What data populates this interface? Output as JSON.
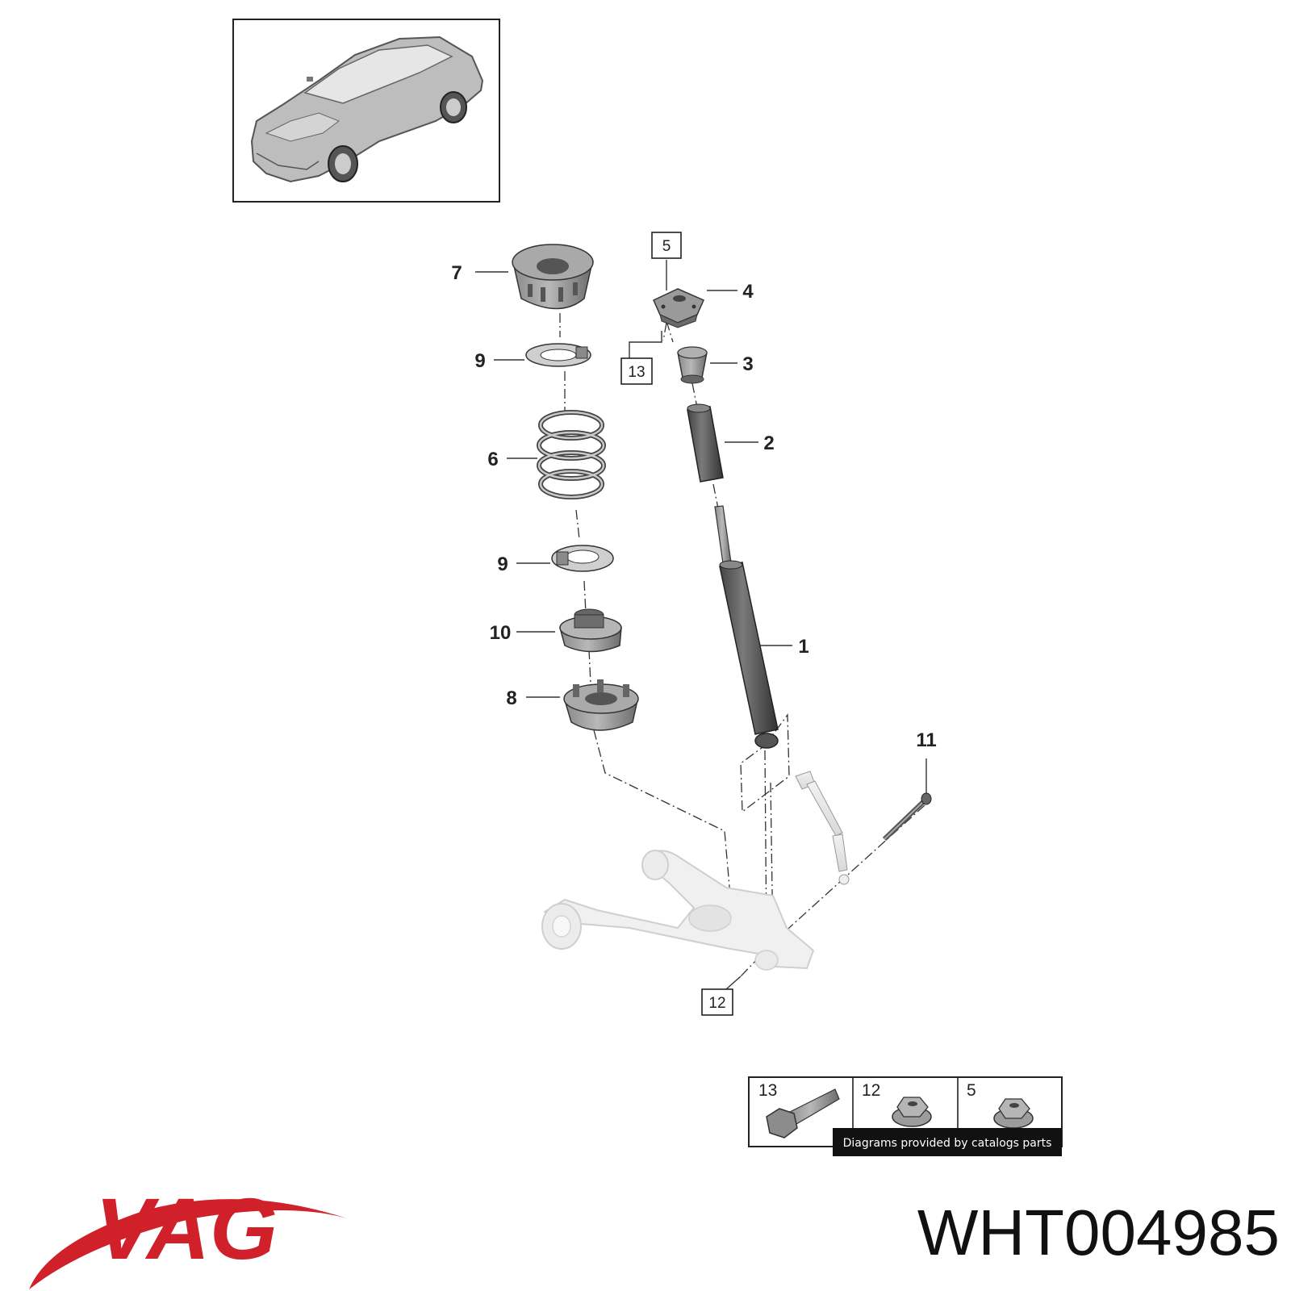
{
  "diagram": {
    "callouts": [
      {
        "id": "7",
        "label": "7"
      },
      {
        "id": "9a",
        "label": "9"
      },
      {
        "id": "6",
        "label": "6"
      },
      {
        "id": "9b",
        "label": "9"
      },
      {
        "id": "10",
        "label": "10"
      },
      {
        "id": "8",
        "label": "8"
      },
      {
        "id": "4",
        "label": "4"
      },
      {
        "id": "3",
        "label": "3"
      },
      {
        "id": "2",
        "label": "2"
      },
      {
        "id": "1",
        "label": "1"
      },
      {
        "id": "11",
        "label": "11"
      }
    ],
    "boxed_callouts": [
      {
        "id": "5",
        "label": "5"
      },
      {
        "id": "13",
        "label": "13"
      },
      {
        "id": "12",
        "label": "12"
      }
    ]
  },
  "legend": {
    "cells": [
      {
        "label": "13",
        "part": "bolt-icon"
      },
      {
        "label": "12",
        "part": "flange-nut-icon"
      },
      {
        "label": "5",
        "part": "flange-nut-icon"
      }
    ],
    "credit": "Diagrams provided by catalogs parts"
  },
  "brand": {
    "name": "VAG",
    "color": "#d0202a"
  },
  "part_number": "WHT004985"
}
